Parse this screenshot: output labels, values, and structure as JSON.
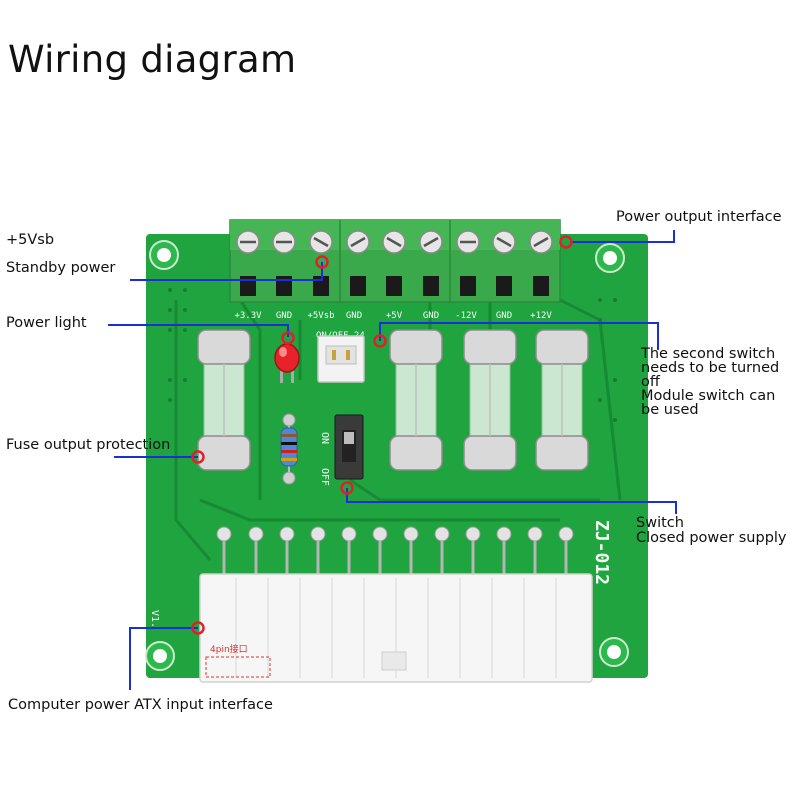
{
  "title": "Wiring diagram",
  "callouts": {
    "power_output": "Power output interface",
    "vsb": "+5Vsb",
    "standby": "Standby power",
    "power_light": "Power light",
    "second_switch_1": "The second switch needs to be turned off",
    "second_switch_2": "Module switch can be used",
    "fuse": "Fuse output protection",
    "switch": "Switch",
    "closed_supply": "Closed power supply",
    "atx": "Computer power ATX input interface"
  },
  "board": {
    "terminal_labels": [
      "+3.3V",
      "GND",
      "+5Vsb",
      "GND",
      "+5V",
      "GND",
      "-12V",
      "GND",
      "+12V"
    ],
    "header_label": "ON/OFF 24",
    "switch_on": "ON",
    "switch_off": "OFF",
    "model": "ZJ-012",
    "version": "V1.",
    "pin_note": "4pin接口"
  },
  "colors": {
    "pcb": "#1fa43f",
    "pcb_dark": "#178a33",
    "terminal": "#3aa94b",
    "callout_line": "#1a2fd6",
    "marker": "#e0202a",
    "led": "#e8222a"
  },
  "icons": [
    "screw-icon",
    "fuse-icon",
    "led-icon",
    "resistor-icon",
    "slide-switch-icon",
    "mounting-hole-icon"
  ]
}
